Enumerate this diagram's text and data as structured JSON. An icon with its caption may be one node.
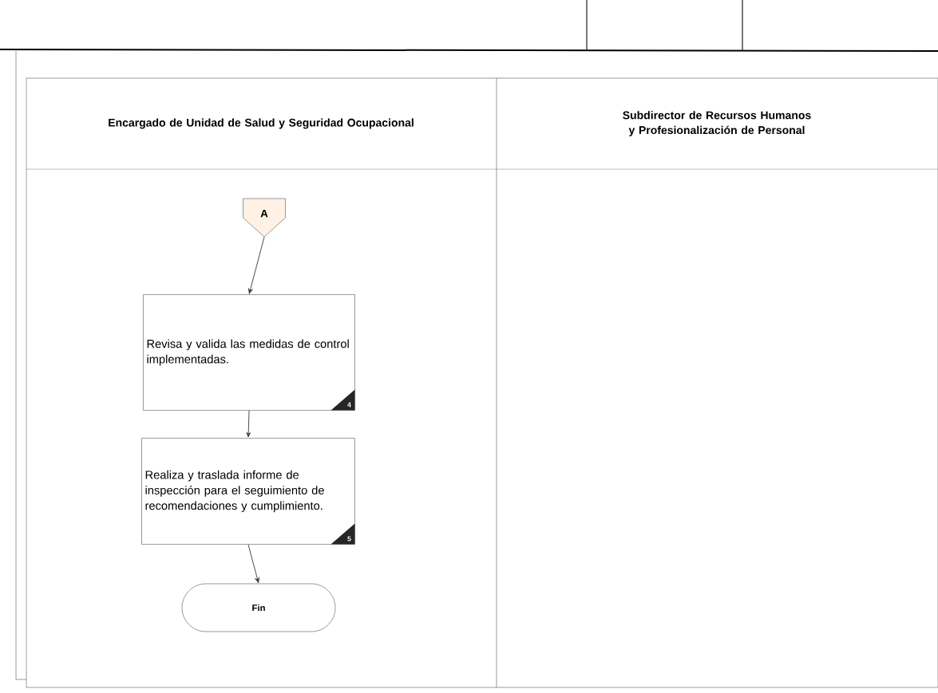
{
  "diagram": {
    "nodes": [
      {
        "text": [
          "Encargado de Unidad de Salud y Seguridad Ocupacional"
        ]
      },
      {
        "text": [
          "Subdirector de Recursos Humanos y Profesionalización de Personal"
        ]
      },
      {
        "text": [
          "A"
        ]
      },
      {
        "text": [
          "Revisa y valida las medidas de control implementadas.",
          "4"
        ]
      },
      {
        "text": [
          "Realiza y traslada informe de inspección para el seguimiento de recomendaciones y cumplimiento.",
          "5"
        ]
      },
      {
        "text": [
          "Fin"
        ]
      }
    ],
    "edges": [
      {
        "from": 2,
        "to": 3,
        "arrow": "to"
      },
      {
        "from": 3,
        "to": 4,
        "arrow": "to"
      },
      {
        "from": 4,
        "to": 5,
        "arrow": "to"
      }
    ]
  }
}
